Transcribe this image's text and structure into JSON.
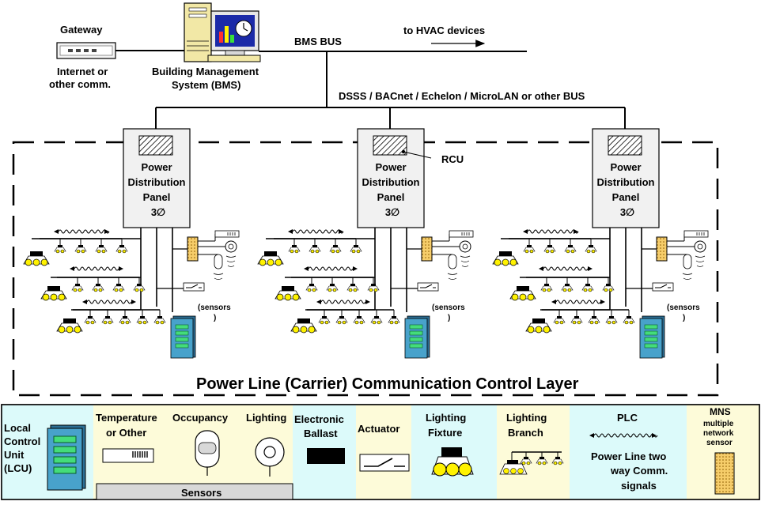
{
  "top": {
    "gateway_label": "Gateway",
    "gateway_sub1": "Internet or",
    "gateway_sub2": "other comm.",
    "bms_label1": "Building Management",
    "bms_label2": "System (BMS)",
    "bms_bus": "BMS BUS",
    "hvac": "to HVAC devices",
    "field_bus": "DSSS / BACnet / Echelon / MicroLAN or other BUS"
  },
  "panel": {
    "line1": "Power",
    "line2": "Distribution",
    "line3": "Panel",
    "phase": "3∅",
    "rcu": "RCU"
  },
  "sensors_note": "(sensors",
  "sensors_note_close": ")",
  "layer_title": "Power Line (Carrier) Communication Control Layer",
  "legend": {
    "lcu": [
      "Local",
      "Control",
      "Unit",
      "(LCU)"
    ],
    "temperature": [
      "Temperature",
      "or Other"
    ],
    "occupancy": "Occupancy",
    "lighting": "Lighting",
    "ballast": [
      "Electronic",
      "Ballast"
    ],
    "actuator": "Actuator",
    "fixture": [
      "Lighting",
      "Fixture"
    ],
    "branch": [
      "Lighting",
      "Branch"
    ],
    "plc": "PLC",
    "plc_desc": [
      "Power Line two",
      "way Comm.",
      "signals"
    ],
    "mns": [
      "MNS",
      "multiple",
      "network",
      "sensor"
    ],
    "sensors_group": "Sensors"
  },
  "colors": {
    "legend_yellow": "#fdfbd9",
    "legend_cyan": "#dcfafa",
    "sensor_orange": "#f6cd6a",
    "lcu_blue": "#48a2cb",
    "lcu_green": "#44dc7a",
    "bulb_yellow": "#fff200",
    "panel_fill": "#f1f1f1"
  }
}
